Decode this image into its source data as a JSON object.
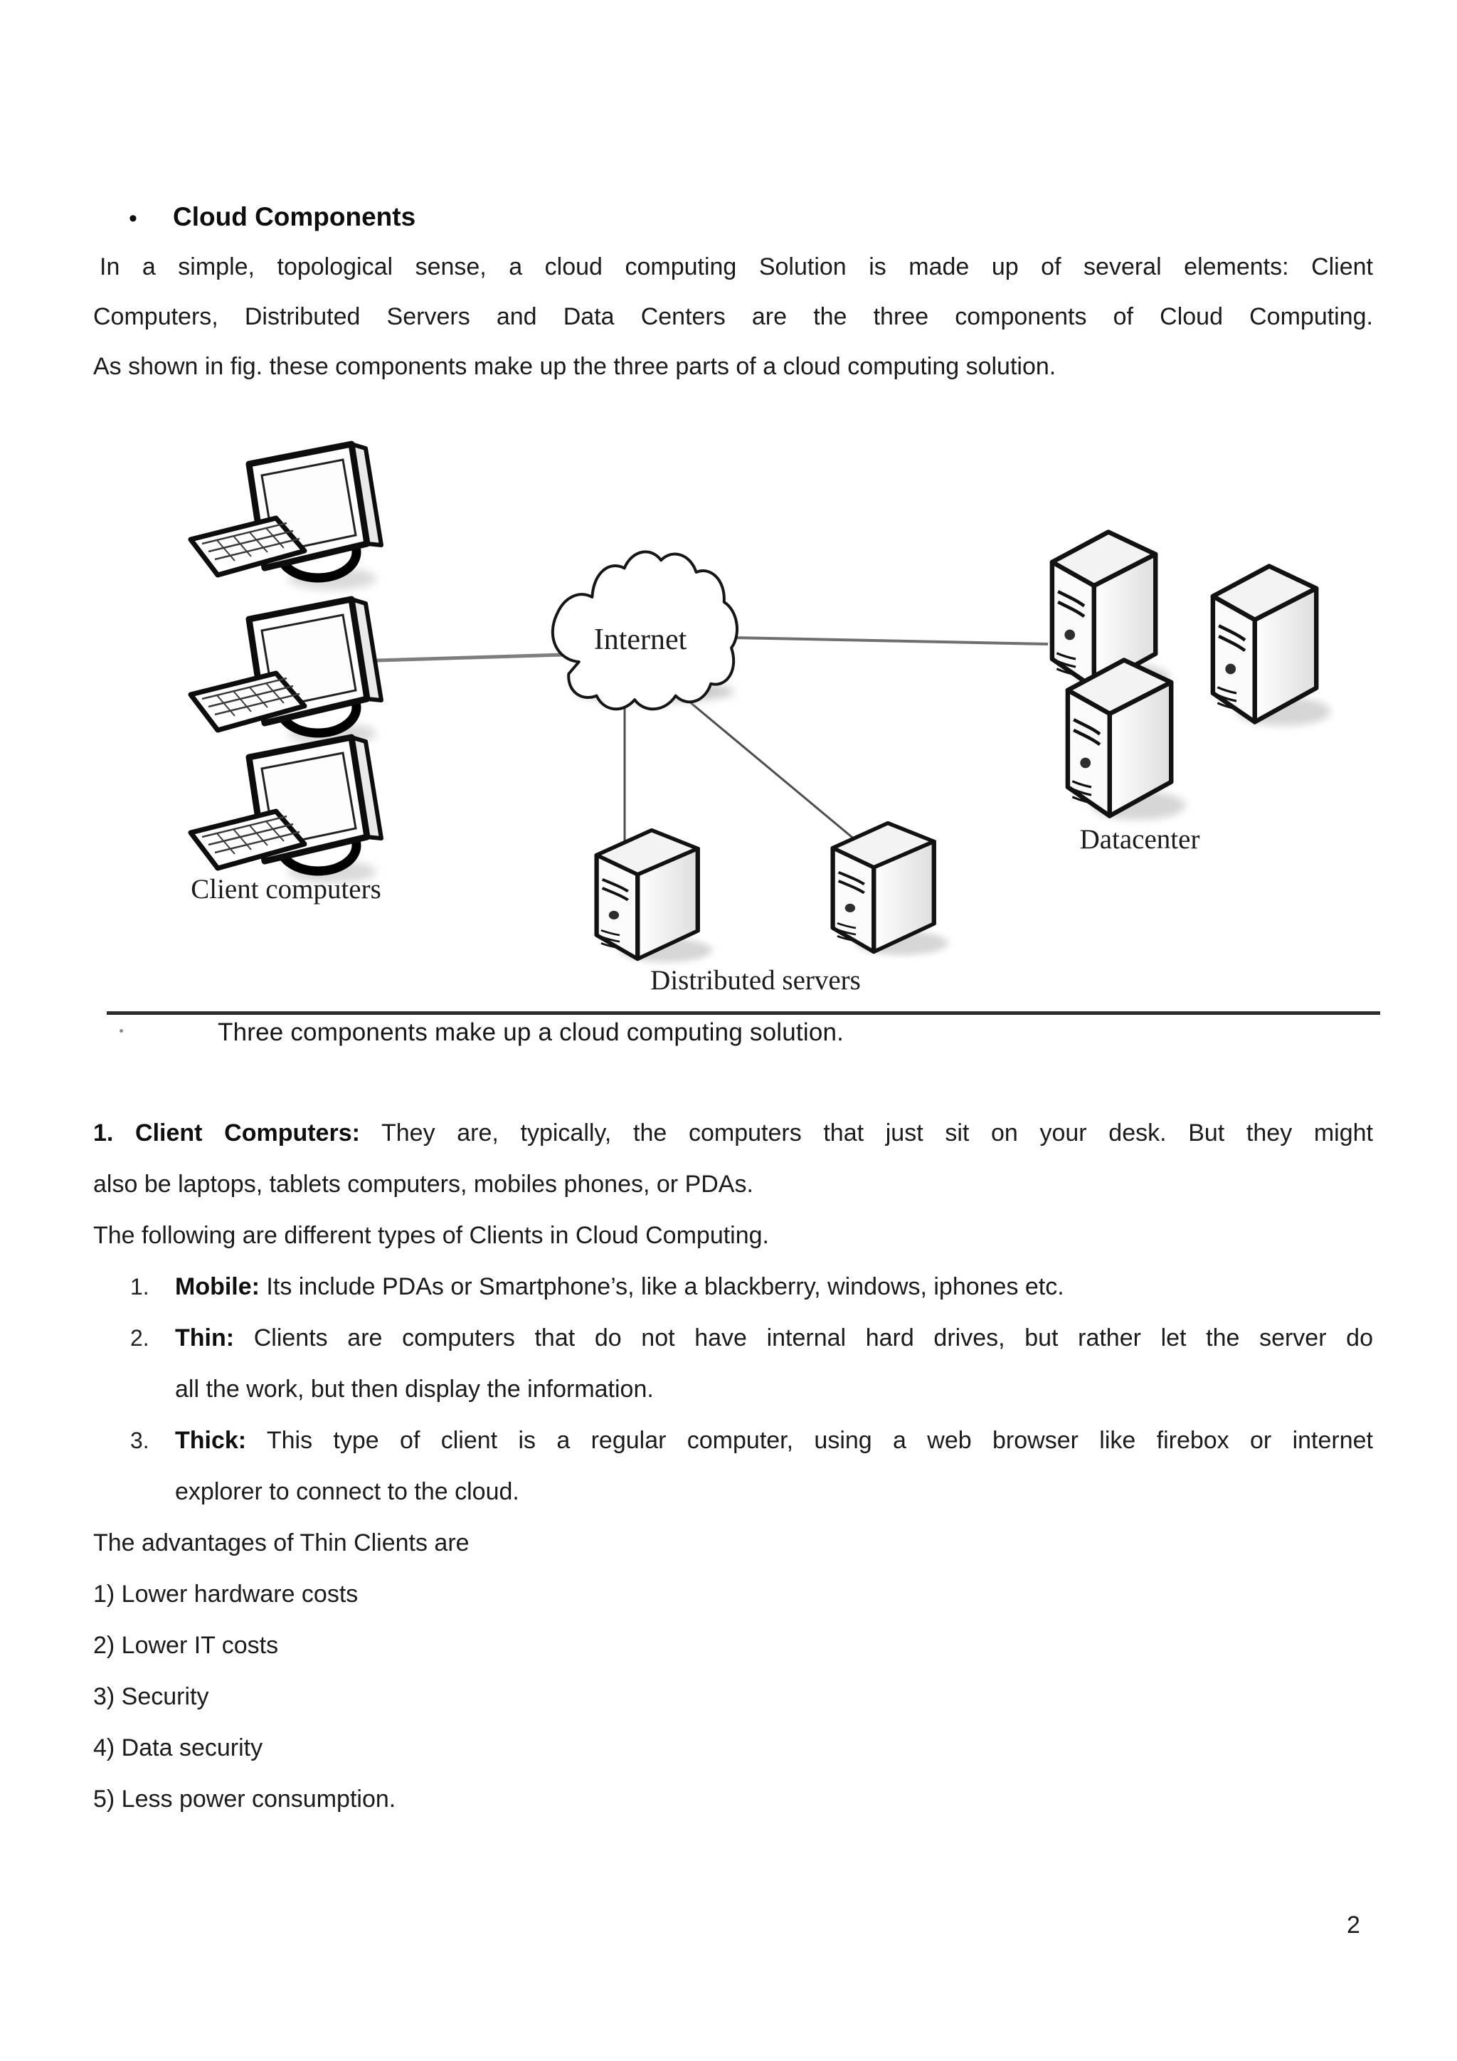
{
  "page": {
    "number": "2"
  },
  "heading": {
    "bullet": "•",
    "text": "Cloud Components"
  },
  "intro_lines": [
    "In a simple, topological sense, a cloud computing Solution  is made up of several elements: Client",
    "Computers, Distributed Servers and Data Centers are  the three components of  Cloud Computing.",
    "As shown in fig. these components make up the three parts of a cloud computing solution."
  ],
  "figure": {
    "internet_label": "Internet",
    "clients_label": "Client computers",
    "datacenter_label": "Datacenter",
    "servers_label": "Distributed servers",
    "caption": "Three components make up a cloud computing solution."
  },
  "client_para": {
    "bold": "1. Client Computers:",
    "line1_rest": " They are, typically, the computers that just sit on your desk. But they might",
    "line2": "also be laptops, tablets computers, mobiles phones, or PDAs.",
    "following": "The following are different types of Clients in Cloud Computing."
  },
  "types": [
    {
      "marker": "1.",
      "term": "Mobile:",
      "line1_rest": "  Its include PDAs or Smartphone’s, like a blackberry, windows, iphones etc.",
      "line2": ""
    },
    {
      "marker": "2.",
      "term": "Thin:",
      "line1_rest": " Clients are computers that do not have internal hard drives, but rather let the server do",
      "line2": "all the work, but then display the information."
    },
    {
      "marker": "3.",
      "term": "Thick:",
      "line1_rest": " This type of client is a regular computer, using a web browser like firebox or internet",
      "line2": "explorer  to connect to the cloud."
    }
  ],
  "advantages": {
    "title": "The advantages of Thin Clients are",
    "items": [
      "1) Lower hardware costs",
      "2) Lower IT costs",
      "3) Security",
      "4) Data security",
      "5) Less power consumption."
    ]
  }
}
